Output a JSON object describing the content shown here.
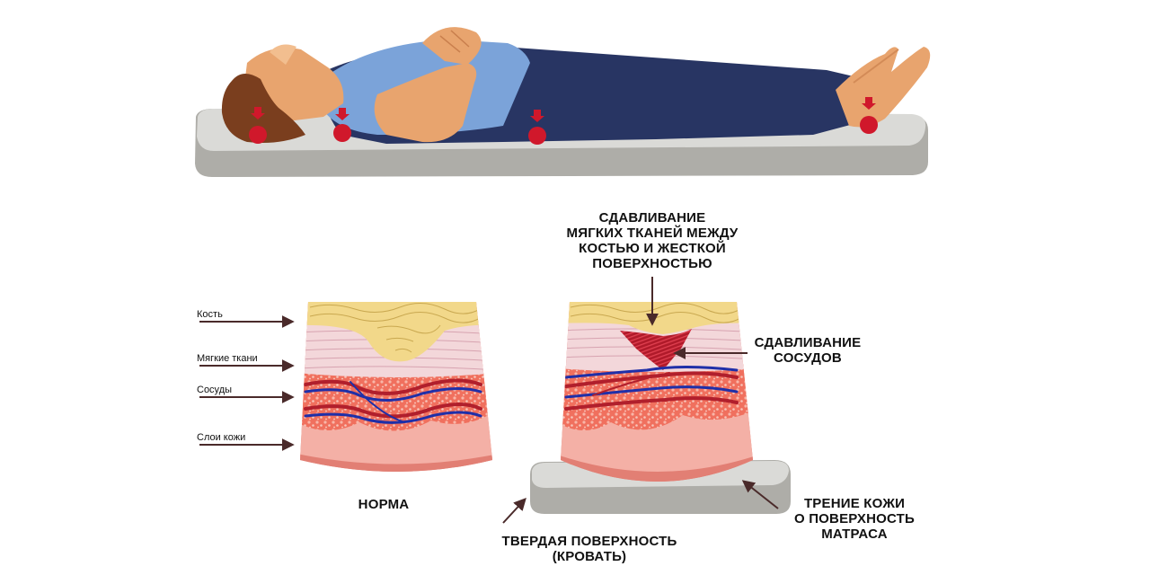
{
  "labels": {
    "bone": "Кость",
    "soft_tissue": "Мягкие ткани",
    "vessels": "Сосуды",
    "skin_layers": "Слои кожи",
    "normal": "НОРМА",
    "compression_tissue": [
      "СДАВЛИВАНИЕ",
      "МЯГКИХ ТКАНЕЙ МЕЖДУ",
      "КОСТЬЮ И ЖЕСТКОЙ",
      "ПОВЕРХНОСТЬЮ"
    ],
    "vessel_compression": [
      "СДАВЛИВАНИЕ",
      "СОСУДОВ"
    ],
    "hard_surface": [
      "ТВЕРДАЯ ПОВЕРХНОСТЬ",
      "(КРОВАТЬ)"
    ],
    "skin_friction": [
      "ТРЕНИЕ КОЖИ",
      "О ПОВЕРХНОСТЬ",
      "МАТРАСА"
    ]
  },
  "colors": {
    "skin": "#E8A46E",
    "hair": "#7A3E1E",
    "shirt": "#7BA3D9",
    "pants": "#283563",
    "mattress_top": "#DADAD7",
    "mattress_side": "#AEADA8",
    "pressure_point": "#D0182B",
    "bone": "#F2D88A",
    "soft_tissue": "#F3D7DA",
    "capillary_layer": "#F0705E",
    "artery": "#B11F2C",
    "vein": "#1F2FA8",
    "skin_layer": "#F4B0A6",
    "skin_base": "#E27F74",
    "arrow": "#4A2A2A"
  },
  "icons": [
    "pressure-point-icon",
    "pointer-arrow-icon"
  ]
}
